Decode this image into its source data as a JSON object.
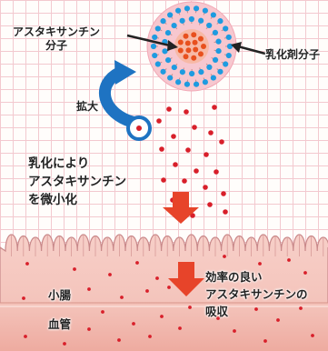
{
  "labels": {
    "astaxanthin_molecule": "アスタキサンチン\n分子",
    "emulsifier_molecule": "乳化剤分子",
    "enlarge": "拡大",
    "emulsify": "乳化により\nアスタキサンチン\nを微小化",
    "efficient_absorption": "効率の良い\nアスタキサンチンの\n吸収",
    "small_intestine": "小腸",
    "blood_vessel": "血管"
  },
  "colors": {
    "grid_line": "#f3c9cf",
    "droplet": "#d81f2a",
    "emulsifier_head": "#1e9be0",
    "molecule_core": "#e8501e",
    "sphere_shell": "#f7c7cf",
    "villi": "#f3c2bd",
    "villi_outline": "#c9898a",
    "vessel": "#f1b6ad",
    "down_arrow": "#e7442a",
    "loop_arrow": "#1e73c2"
  }
}
